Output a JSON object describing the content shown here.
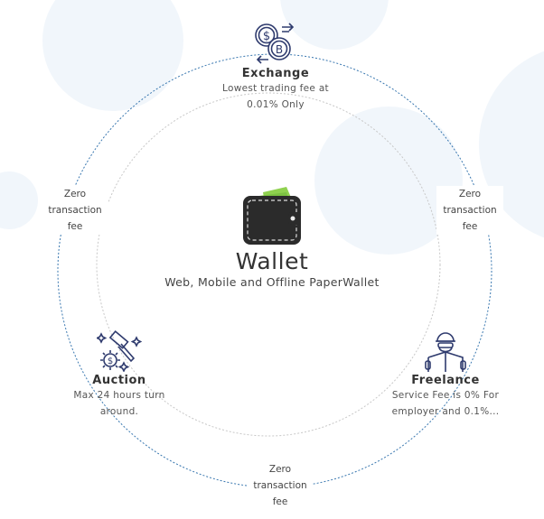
{
  "center": {
    "title": "Wallet",
    "subtitle": "Web, Mobile and Offline PaperWallet"
  },
  "features": [
    {
      "title": "Exchange",
      "desc1": "Lowest trading fee at",
      "desc2": "0.01% Only"
    },
    {
      "title": "Auction",
      "desc1": "Max 24 hours turn",
      "desc2": "around."
    },
    {
      "title": "Freelance",
      "desc1": "Service Fee is 0% For",
      "desc2": "employer and 0.1%..."
    }
  ],
  "zero_fee": {
    "line1": "Zero",
    "line2": "transaction",
    "line3": "fee"
  },
  "colors": {
    "accent": "#2f3b6e",
    "outer_ring": "#3a78b0",
    "inner_ring": "#c8c8c8",
    "blob": "#f1f6fb",
    "cash": "#7cc242",
    "wallet": "#2b2b2b"
  }
}
